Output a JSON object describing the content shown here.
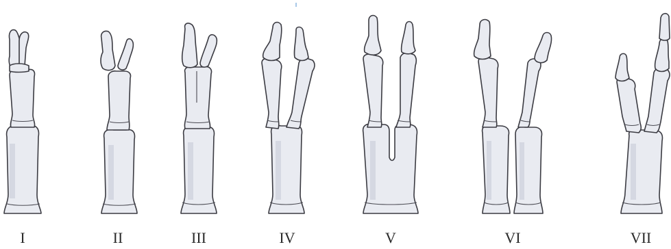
{
  "figure": {
    "labels": [
      "I",
      "II",
      "III",
      "IV",
      "V",
      "VI",
      "VII"
    ]
  }
}
